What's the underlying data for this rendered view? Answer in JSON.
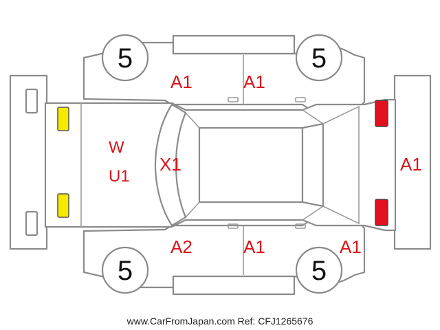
{
  "tires": {
    "front_left": "5",
    "front_right": "5",
    "rear_left": "5",
    "rear_right": "5"
  },
  "damage_codes": {
    "front_left_door": "A1",
    "rear_left_door": "A1",
    "front_right_door": "A2",
    "rear_right_door": "A1",
    "rear_right_quarter": "A1",
    "rear_bumper": "A1",
    "hood_line1": "W",
    "hood_line2": "U1",
    "windshield": "X1"
  },
  "light_colors": {
    "headlight": "#f5ea00",
    "taillight": "#e0101e"
  },
  "footer": "www.CarFromJapan.com Ref: CFJ1265676"
}
